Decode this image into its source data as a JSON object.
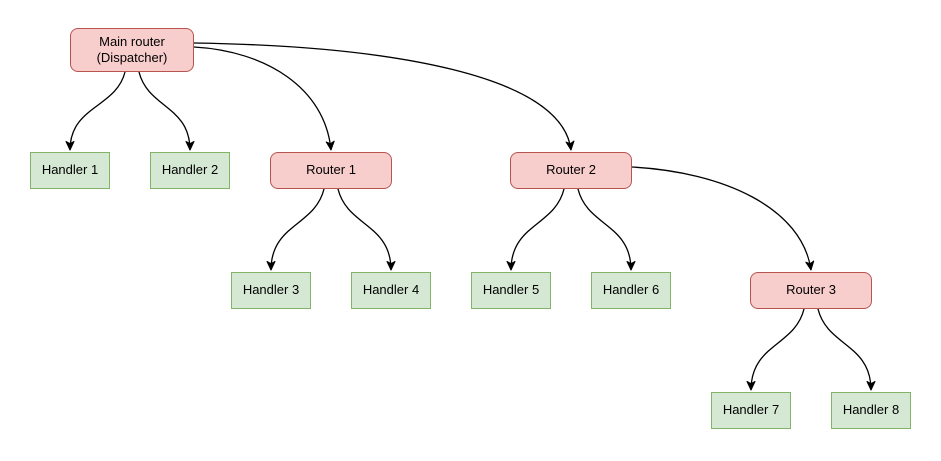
{
  "diagram": {
    "colors": {
      "background": "#ffffff",
      "router_fill": "#f8cecc",
      "router_border": "#b85450",
      "handler_fill": "#d5e8d4",
      "handler_border": "#82b366",
      "edge": "#000000",
      "text": "#000000"
    },
    "nodes": {
      "main_router": {
        "label": "Main router\n(Dispatcher)",
        "type": "router"
      },
      "handler_1": {
        "label": "Handler 1",
        "type": "handler"
      },
      "handler_2": {
        "label": "Handler 2",
        "type": "handler"
      },
      "router_1": {
        "label": "Router 1",
        "type": "router"
      },
      "router_2": {
        "label": "Router 2",
        "type": "router"
      },
      "handler_3": {
        "label": "Handler 3",
        "type": "handler"
      },
      "handler_4": {
        "label": "Handler 4",
        "type": "handler"
      },
      "handler_5": {
        "label": "Handler 5",
        "type": "handler"
      },
      "handler_6": {
        "label": "Handler 6",
        "type": "handler"
      },
      "router_3": {
        "label": "Router 3",
        "type": "router"
      },
      "handler_7": {
        "label": "Handler 7",
        "type": "handler"
      },
      "handler_8": {
        "label": "Handler 8",
        "type": "handler"
      }
    },
    "edges": [
      {
        "from": "Main router (Dispatcher)",
        "to": "Handler 1"
      },
      {
        "from": "Main router (Dispatcher)",
        "to": "Handler 2"
      },
      {
        "from": "Main router (Dispatcher)",
        "to": "Router 1"
      },
      {
        "from": "Main router (Dispatcher)",
        "to": "Router 2"
      },
      {
        "from": "Router 1",
        "to": "Handler 3"
      },
      {
        "from": "Router 1",
        "to": "Handler 4"
      },
      {
        "from": "Router 2",
        "to": "Handler 5"
      },
      {
        "from": "Router 2",
        "to": "Handler 6"
      },
      {
        "from": "Router 2",
        "to": "Router 3"
      },
      {
        "from": "Router 3",
        "to": "Handler 7"
      },
      {
        "from": "Router 3",
        "to": "Handler 8"
      }
    ]
  }
}
